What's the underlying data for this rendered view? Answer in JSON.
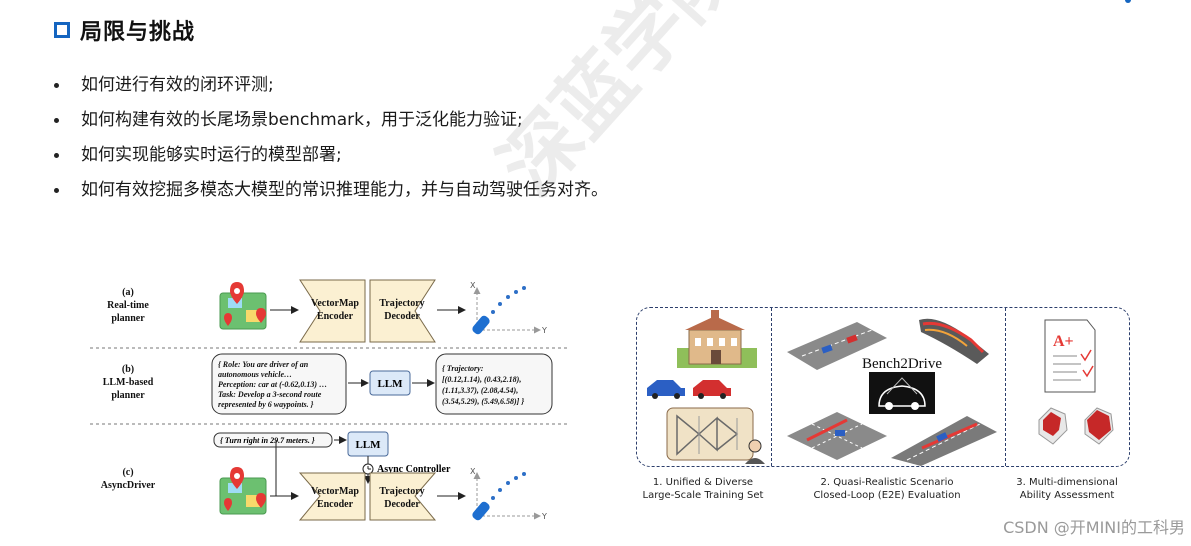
{
  "title": "局限与挑战",
  "bullets": [
    "如何进行有效的闭环评测;",
    "如何构建有效的长尾场景benchmark，用于泛化能力验证;",
    "如何实现能够实时运行的模型部署;",
    "如何有效挖掘多模态大模型的常识推理能力，并与自动驾驶任务对齐。"
  ],
  "watermark": "深蓝学院",
  "figure_left": {
    "a_label": "(a)",
    "a_name": [
      "Real-time",
      "planner"
    ],
    "b_label": "(b)",
    "b_name": [
      "LLM-based",
      "planner"
    ],
    "c_label": "(c)",
    "c_name": "AsyncDriver",
    "encoder": [
      "VectorMap",
      "Encoder"
    ],
    "decoder": [
      "Trajectory",
      "Decoder"
    ],
    "llm": "LLM",
    "prompt_lines": [
      "{ Role: You are driver of an",
      "autonomous vehicle…",
      "Perception: car at (-0.62,0.13) …",
      "Task: Develop a 3-second route",
      "represented by 6 waypoints. }"
    ],
    "traj_lines": [
      "{ Trajectory:",
      "[(0.12,1.14), (0.43,2.18),",
      "(1.11,3.37), (2.08,4.54),",
      "(3.54,5.29), (5.49,6.58)] }"
    ],
    "instruction": "{ Turn right in 29.7 meters. }",
    "async_controller": "Async Controller",
    "axis_x": "X",
    "axis_y": "Y"
  },
  "figure_right": {
    "bench_title": "Bench2Drive",
    "captions": [
      [
        "1. Unified & Diverse",
        "Large-Scale Training Set"
      ],
      [
        "2. Quasi-Realistic Scenario",
        "Closed-Loop (E2E) Evaluation"
      ],
      [
        "3. Multi-dimensional",
        "Ability Assessment"
      ]
    ],
    "grade": "A+"
  },
  "csdn_watermark": "CSDN @开MINI的工科男",
  "colors": {
    "accent": "#1565c0",
    "box_fill": "#fbf0d2",
    "box_stroke": "#7a6a4a",
    "llm_fill": "#dce9f8",
    "dots": "#2d6fc7"
  }
}
